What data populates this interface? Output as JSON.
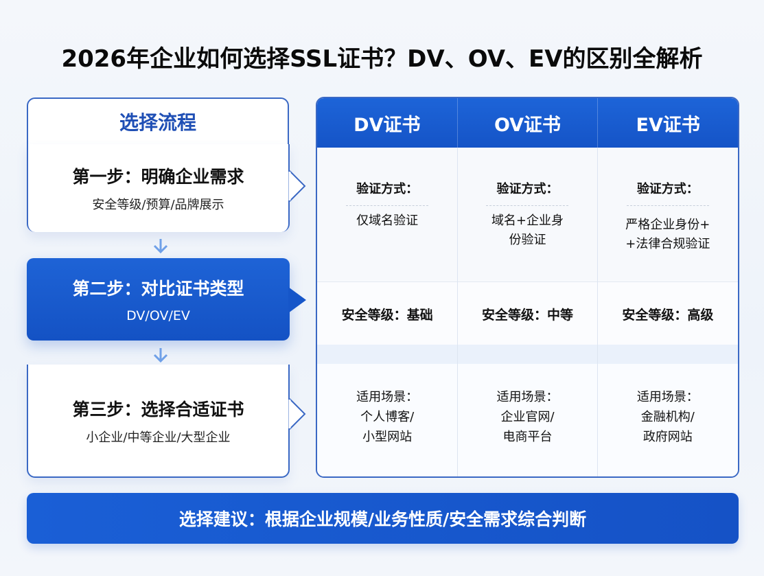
{
  "title": "2026年企业如何选择SSL证书？DV、OV、EV的区别全解析",
  "flow": {
    "header": "选择流程",
    "steps": [
      {
        "title": "第一步：明确企业需求",
        "subtitle": "安全等级/预算/品牌展示",
        "active": false
      },
      {
        "title": "第二步：对比证书类型",
        "subtitle": "DV/OV/EV",
        "active": true
      },
      {
        "title": "第三步：选择合适证书",
        "subtitle": "小企业/中等企业/大型企业",
        "active": false
      }
    ]
  },
  "comparison": {
    "columns": [
      {
        "header": "DV证书",
        "verify_label": "验证方式：",
        "verify_lines": [
          "仅域名验证"
        ],
        "security": "安全等级：基础",
        "scene_label": "适用场景：",
        "scene_lines": [
          "个人博客/",
          "小型网站"
        ]
      },
      {
        "header": "OV证书",
        "verify_label": "验证方式：",
        "verify_lines": [
          "域名+企业身",
          "份验证"
        ],
        "security": "安全等级：中等",
        "scene_label": "适用场景：",
        "scene_lines": [
          "企业官网/",
          "电商平台"
        ]
      },
      {
        "header": "EV证书",
        "verify_label": "验证方式：",
        "verify_lines": [
          "严格企业身份+",
          "+法律合规验证"
        ],
        "security": "安全等级：高级",
        "scene_label": "适用场景：",
        "scene_lines": [
          "金融机构/",
          "政府网站"
        ]
      }
    ]
  },
  "banner": "选择建议：根据企业规模/业务性质/安全需求综合判断",
  "colors": {
    "primary_blue": "#1a5fd6",
    "border_blue": "#3a68c4",
    "header_text_blue": "#1f4fb5"
  }
}
